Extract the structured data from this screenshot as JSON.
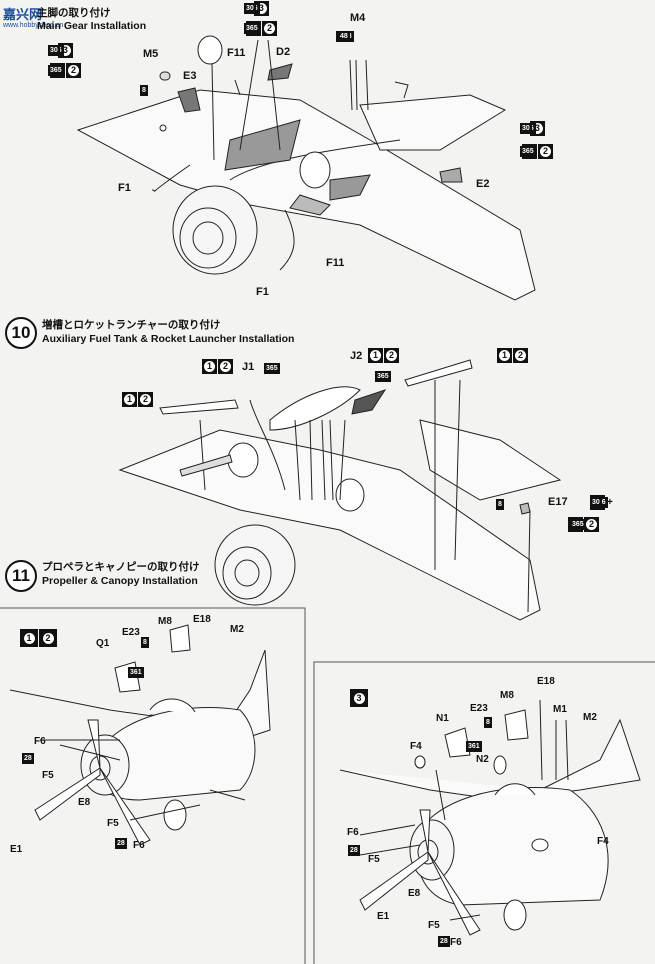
{
  "watermark": {
    "title": "嘉兴网",
    "url": "www.hobbyshop.cn"
  },
  "header": {
    "step9_jp": "主脚の取り付け",
    "step9_en": "Main Gear Installation"
  },
  "step10": {
    "number": "10",
    "jp": "増槽とロケットランチャーの取り付け",
    "en": "Auxiliary Fuel Tank & Rocket Launcher Installation"
  },
  "step11": {
    "number": "11",
    "jp": "プロペラとキャノピーの取り付け",
    "en": "Propeller & Canopy Installation"
  },
  "marks": {
    "m316": "316",
    "m30": "30",
    "m365": "365",
    "m8": "8",
    "m47": "47",
    "m138": "138",
    "m48": "48",
    "m361": "361",
    "m28": "28",
    "plus": "+",
    "v1": "1",
    "v2": "2",
    "v3": "3"
  },
  "parts": {
    "m4": "M4",
    "m5": "M5",
    "e3": "E3",
    "f11": "F11",
    "d2": "D2",
    "e2": "E2",
    "f1": "F1",
    "j1": "J1",
    "j2": "J2",
    "e17": "E17",
    "q1": "Q1",
    "e23": "E23",
    "m8": "M8",
    "e18": "E18",
    "m2": "M2",
    "f6": "F6",
    "f5": "F5",
    "e8": "E8",
    "e1": "E1",
    "n1": "N1",
    "n2": "N2",
    "f4": "F4",
    "m1": "M1"
  }
}
